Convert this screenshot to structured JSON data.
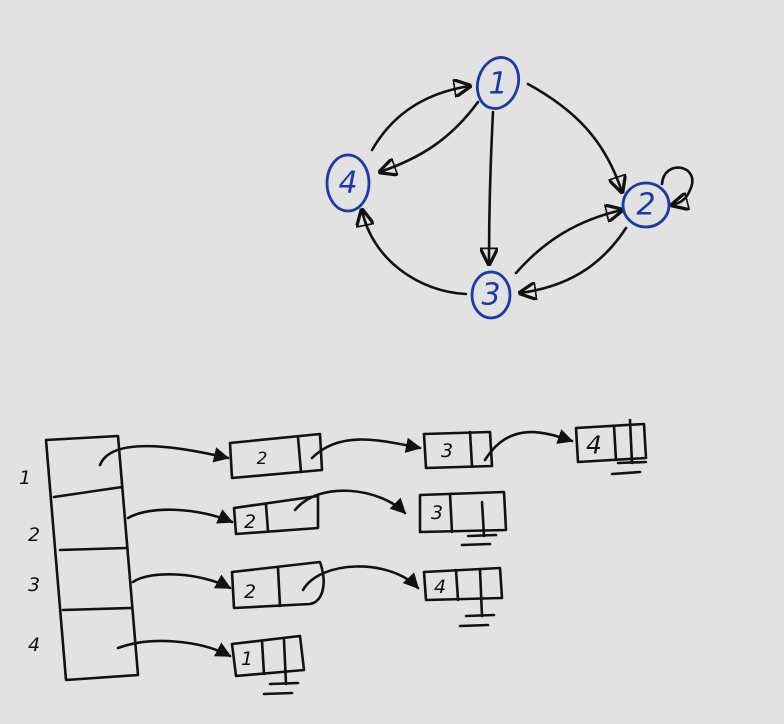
{
  "graph": {
    "nodes": [
      {
        "id": "1",
        "label": "1"
      },
      {
        "id": "2",
        "label": "2"
      },
      {
        "id": "3",
        "label": "3"
      },
      {
        "id": "4",
        "label": "4"
      }
    ],
    "edges": [
      {
        "from": "1",
        "to": "4"
      },
      {
        "from": "4",
        "to": "1"
      },
      {
        "from": "1",
        "to": "3"
      },
      {
        "from": "1",
        "to": "2"
      },
      {
        "from": "2",
        "to": "2"
      },
      {
        "from": "2",
        "to": "3"
      },
      {
        "from": "3",
        "to": "2"
      },
      {
        "from": "3",
        "to": "4"
      }
    ]
  },
  "adjacency_list": {
    "index_labels": [
      "1",
      "2",
      "3",
      "4"
    ],
    "rows": [
      {
        "vertex": "1",
        "entries": [
          "2",
          "3",
          "4"
        ]
      },
      {
        "vertex": "2",
        "entries": [
          "2",
          "3"
        ]
      },
      {
        "vertex": "3",
        "entries": [
          "2",
          "4"
        ]
      },
      {
        "vertex": "4",
        "entries": [
          "1"
        ]
      }
    ]
  },
  "colors": {
    "background": "#e2e2e2",
    "ink": "#111111",
    "node": "#1a3aa8"
  }
}
